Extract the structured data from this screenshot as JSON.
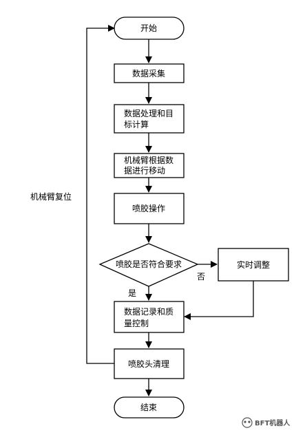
{
  "colors": {
    "stroke": "#000000",
    "fill": "#ffffff",
    "watermark": "#555555"
  },
  "nodes": {
    "start": "开始",
    "collect": "数据采集",
    "process_line1": "数据处理和目",
    "process_line2": "标计算",
    "move_line1": "机械臂根据数",
    "move_line2": "据进行移动",
    "spray": "喷胶操作",
    "decision": "喷胶是否符合要求",
    "adjust": "实时调整",
    "record_line1": "数据记录和质",
    "record_line2": "量控制",
    "clean": "喷胶头清理",
    "end": "结束"
  },
  "edge_labels": {
    "no": "否",
    "yes": "是",
    "reset": "机械臂复位"
  },
  "watermark": {
    "text": "BFT机器人",
    "icon": "wechat-logo-icon"
  }
}
